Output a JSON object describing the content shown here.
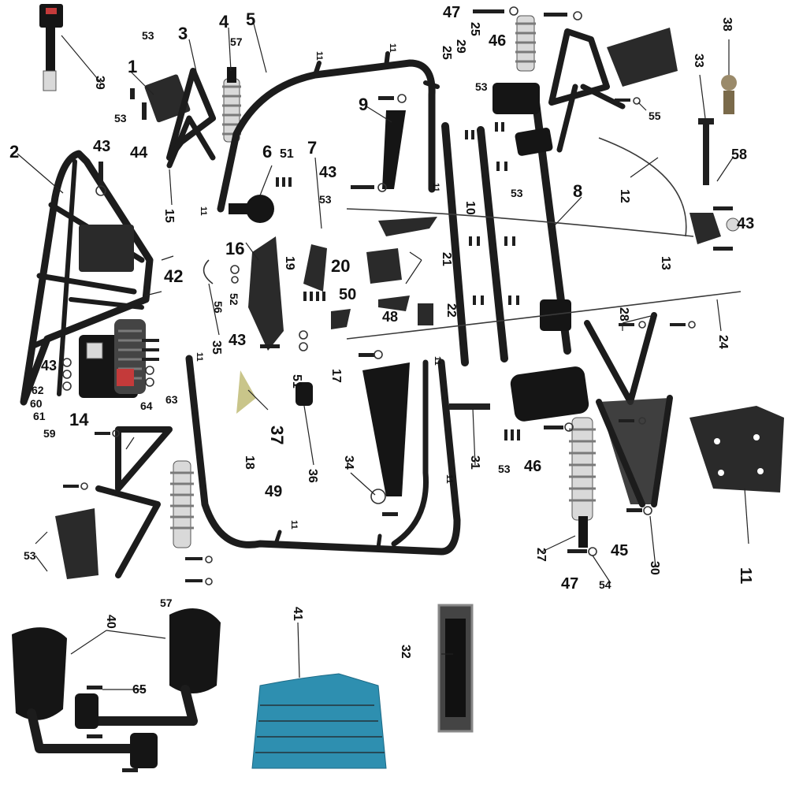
{
  "callouts": [
    {
      "label": "1"
    },
    {
      "label": "2"
    },
    {
      "label": "3"
    },
    {
      "label": "4"
    },
    {
      "label": "5"
    },
    {
      "label": "6"
    },
    {
      "label": "7"
    },
    {
      "label": "8"
    },
    {
      "label": "9"
    },
    {
      "label": "10"
    },
    {
      "label": "11"
    },
    {
      "label": "12"
    },
    {
      "label": "13"
    },
    {
      "label": "14"
    },
    {
      "label": "15"
    },
    {
      "label": "16"
    },
    {
      "label": "17"
    },
    {
      "label": "18"
    },
    {
      "label": "19"
    },
    {
      "label": "20"
    },
    {
      "label": "21"
    },
    {
      "label": "22"
    },
    {
      "label": "24"
    },
    {
      "label": "25"
    },
    {
      "label": "25"
    },
    {
      "label": "27"
    },
    {
      "label": "28"
    },
    {
      "label": "29"
    },
    {
      "label": "30"
    },
    {
      "label": "31"
    },
    {
      "label": "32"
    },
    {
      "label": "33"
    },
    {
      "label": "34"
    },
    {
      "label": "35"
    },
    {
      "label": "36"
    },
    {
      "label": "37"
    },
    {
      "label": "38"
    },
    {
      "label": "39"
    },
    {
      "label": "40"
    },
    {
      "label": "41"
    },
    {
      "label": "42"
    },
    {
      "label": "43"
    },
    {
      "label": "43"
    },
    {
      "label": "43"
    },
    {
      "label": "43"
    },
    {
      "label": "43"
    },
    {
      "label": "44"
    },
    {
      "label": "45"
    },
    {
      "label": "46"
    },
    {
      "label": "46"
    },
    {
      "label": "47"
    },
    {
      "label": "47"
    },
    {
      "label": "48"
    },
    {
      "label": "49"
    },
    {
      "label": "50"
    },
    {
      "label": "51"
    },
    {
      "label": "51"
    },
    {
      "label": "52"
    },
    {
      "label": "53"
    },
    {
      "label": "53"
    },
    {
      "label": "53"
    },
    {
      "label": "53"
    },
    {
      "label": "53"
    },
    {
      "label": "53"
    },
    {
      "label": "53"
    },
    {
      "label": "54"
    },
    {
      "label": "55"
    },
    {
      "label": "56"
    },
    {
      "label": "57"
    },
    {
      "label": "57"
    },
    {
      "label": "58"
    },
    {
      "label": "59"
    },
    {
      "label": "60"
    },
    {
      "label": "61"
    },
    {
      "label": "62"
    },
    {
      "label": "63"
    },
    {
      "label": "64"
    },
    {
      "label": "65"
    },
    {
      "label": "11"
    },
    {
      "label": "11"
    },
    {
      "label": "11"
    },
    {
      "label": "11"
    },
    {
      "label": "11"
    },
    {
      "label": "11"
    },
    {
      "label": "11"
    },
    {
      "label": "11"
    }
  ]
}
